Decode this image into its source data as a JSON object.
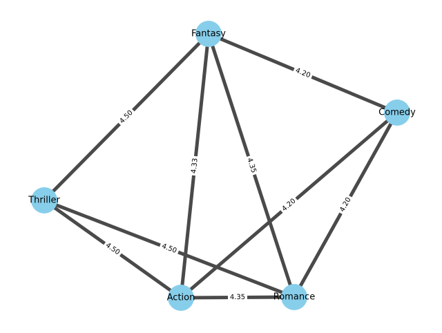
{
  "graph": {
    "nodes": [
      {
        "id": "fantasy",
        "label": "Fantasy"
      },
      {
        "id": "comedy",
        "label": "Comedy"
      },
      {
        "id": "thriller",
        "label": "Thriller"
      },
      {
        "id": "action",
        "label": "Action"
      },
      {
        "id": "romance",
        "label": "Romance"
      }
    ],
    "edges": [
      {
        "source": "fantasy",
        "target": "comedy",
        "weight": "4.20"
      },
      {
        "source": "fantasy",
        "target": "thriller",
        "weight": "4.50"
      },
      {
        "source": "fantasy",
        "target": "action",
        "weight": "4.33"
      },
      {
        "source": "fantasy",
        "target": "romance",
        "weight": "4.35"
      },
      {
        "source": "comedy",
        "target": "action",
        "weight": "4.20"
      },
      {
        "source": "comedy",
        "target": "romance",
        "weight": "4.20"
      },
      {
        "source": "thriller",
        "target": "action",
        "weight": "4.50"
      },
      {
        "source": "thriller",
        "target": "romance",
        "weight": "4.50"
      },
      {
        "source": "action",
        "target": "romance",
        "weight": "4.35"
      }
    ],
    "colors": {
      "node_fill": "#87ceeb",
      "edge_stroke": "#4a4a4a",
      "label_text": "#000000",
      "edge_label_bg": "#ffffff"
    }
  }
}
